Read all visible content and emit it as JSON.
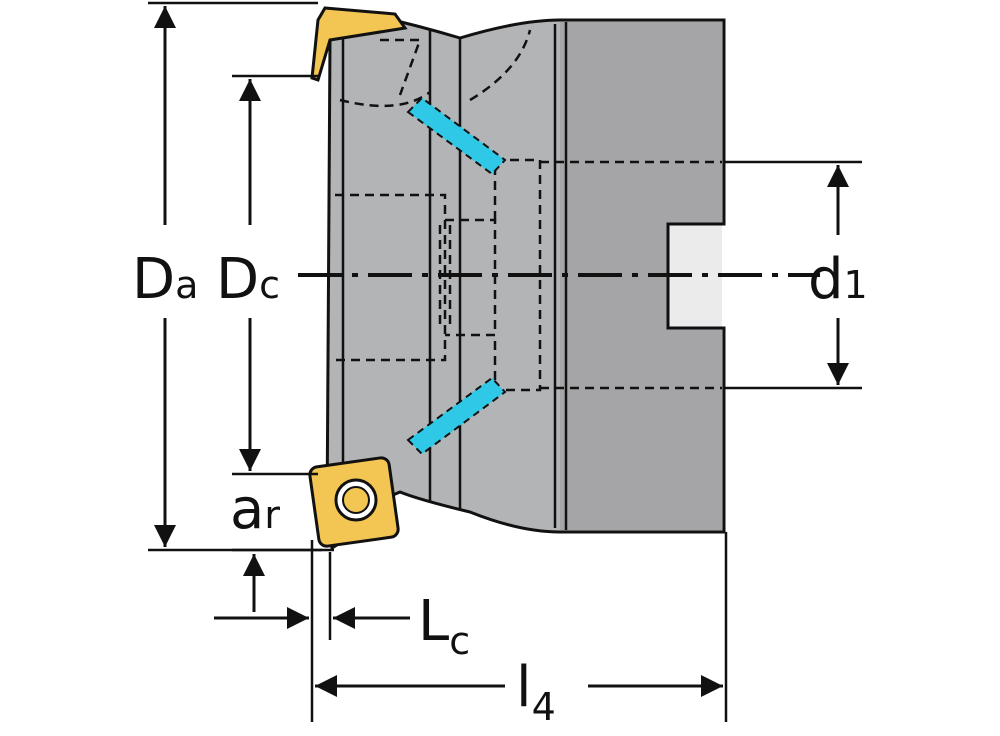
{
  "dimensions": {
    "Da": {
      "main": "D",
      "sub": "a"
    },
    "Dc": {
      "main": "D",
      "sub": "c"
    },
    "d1": {
      "main": "d",
      "sub": "1"
    },
    "ar": {
      "main": "a",
      "sub": "r"
    },
    "Lc": {
      "main": "L",
      "sub": "c"
    },
    "l4": {
      "main": "l",
      "sub": "4"
    }
  },
  "colors": {
    "body": "#b3b4b6",
    "body_dark": "#8f9092",
    "coolant": "#2fc8e6",
    "insert": "#f3c552",
    "insert_edge": "#111111",
    "line": "#111111"
  }
}
